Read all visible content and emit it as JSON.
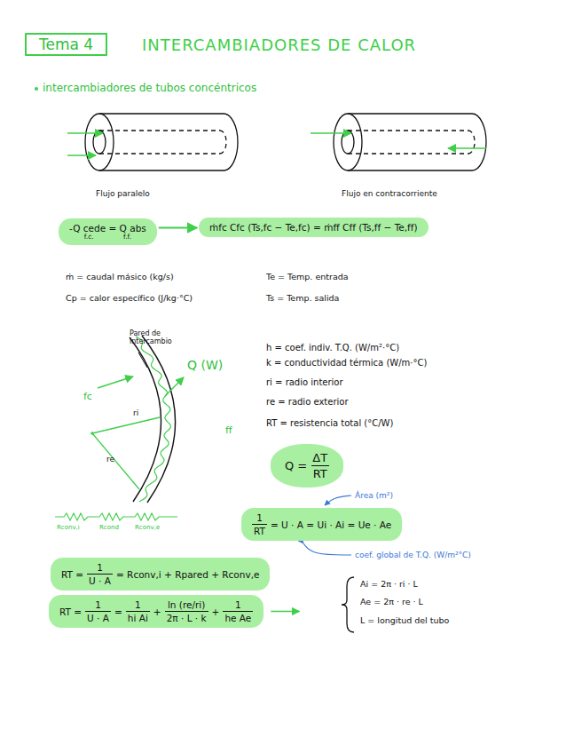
{
  "diagram": {
    "title": "INTERCAMBIADORES DE CALOR",
    "nodes": [
      {
        "text": [
          "Tema 4"
        ]
      },
      {
        "text": [
          "-Q cede = Q abs",
          "f.c.",
          "f.f."
        ]
      },
      {
        "text": [
          "ṁfc Cfc (Ts,fc − Te,fc) = ṁff Cff (Ts,ff − Te,ff)"
        ]
      },
      {
        "text": [
          "Q =",
          "ΔT",
          "RT"
        ]
      },
      {
        "text": [
          "1",
          "RT",
          "= U · A = Ui · Ai = Ue · Ae"
        ]
      },
      {
        "text": [
          "RT =",
          "1",
          "U · A",
          "= Rconv,i + Rpared + Rconv,e"
        ]
      },
      {
        "text": [
          "RT =",
          "1",
          "U · A",
          "=",
          "1",
          "hi Ai",
          "+",
          "ln (re/ri)",
          "2π · L · k",
          "+",
          "1",
          "he Ae"
        ]
      }
    ],
    "edges": [
      {
        "from": 1,
        "to": 2,
        "arrow": "to"
      }
    ],
    "labels": [
      "intercambiadores de tubos concéntricos",
      "Flujo paralelo",
      "Flujo en contracorriente",
      "ṁ = caudal másico (kg/s)",
      "Cp = calor específico (J/kg·°C)",
      "Te = Temp. entrada",
      "Ts = Temp. salida",
      "Pared de intercambio",
      "Q (W)",
      "fc",
      "ff",
      "ri",
      "re",
      "Rconv,i",
      "Rcond",
      "Rconv,e",
      "h = coef. indiv. T.Q. (W/m²·°C)",
      "k = conductividad térmica (W/m·°C)",
      "ri = radio interior",
      "re = radio exterior",
      "RT = resistencia total (°C/W)",
      "Área (m²)",
      "coef. global de T.Q. (W/m²°C)",
      "Ai = 2π · ri · L",
      "Ae = 2π · re · L",
      "L = longitud del tubo"
    ]
  }
}
